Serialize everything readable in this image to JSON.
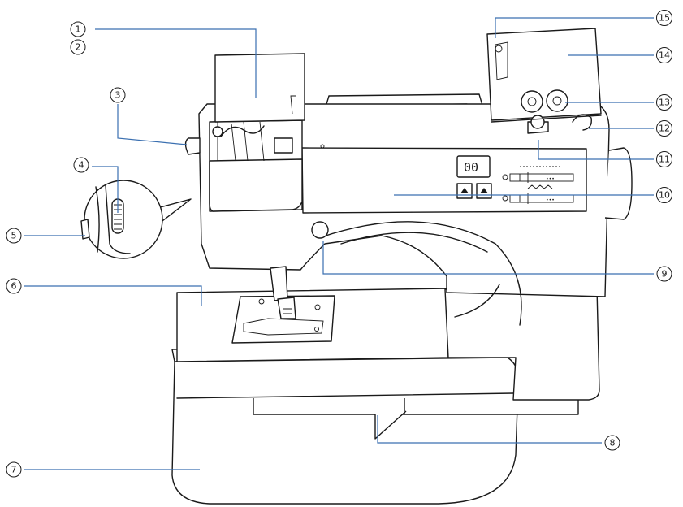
{
  "colors": {
    "line": "#1a1a1a",
    "leader": "#3a6fb0",
    "background": "#ffffff"
  },
  "display": {
    "readout": "00"
  },
  "callouts": [
    {
      "id": "1",
      "label": "①"
    },
    {
      "id": "2",
      "label": "②"
    },
    {
      "id": "3",
      "label": "③"
    },
    {
      "id": "4",
      "label": "④"
    },
    {
      "id": "5",
      "label": "⑤"
    },
    {
      "id": "6",
      "label": "⑥"
    },
    {
      "id": "7",
      "label": "⑦"
    },
    {
      "id": "8",
      "label": "⑧"
    },
    {
      "id": "9",
      "label": "⑨"
    },
    {
      "id": "10",
      "label": "⑩"
    },
    {
      "id": "11",
      "label": "⑪"
    },
    {
      "id": "12",
      "label": "⑫"
    },
    {
      "id": "13",
      "label": "⑬"
    },
    {
      "id": "14",
      "label": "⑭"
    },
    {
      "id": "15",
      "label": "⑮"
    }
  ]
}
